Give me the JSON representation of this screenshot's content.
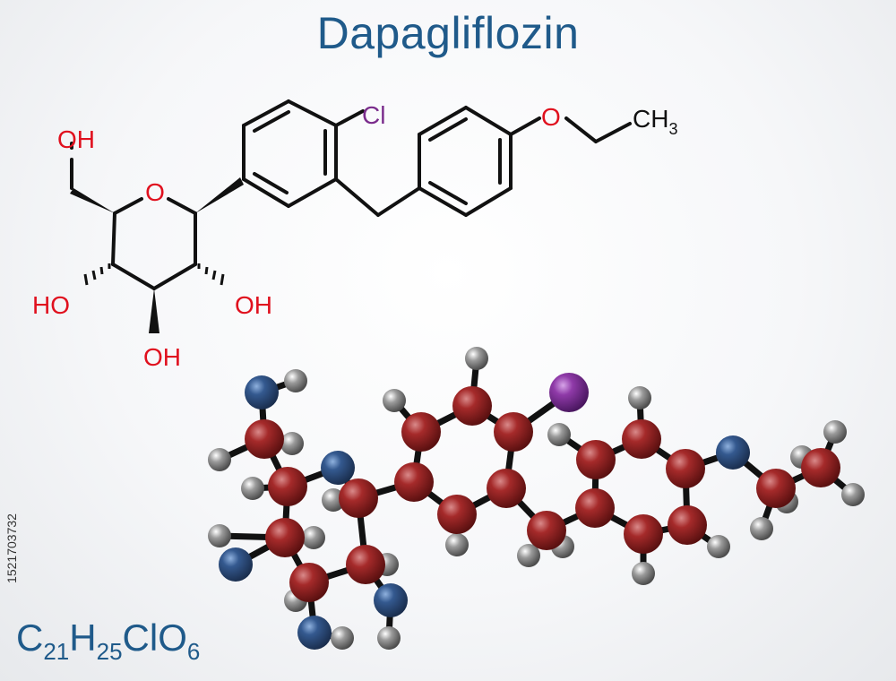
{
  "title": "Dapagliflozin",
  "formula": {
    "parts": [
      "C",
      "21",
      "H",
      "25",
      "ClO",
      "6"
    ]
  },
  "stock_id": "1521703732",
  "atom_labels": {
    "ring_oxygen": "O",
    "hydroxyl_top": "OH",
    "hydroxyl_left": "HO",
    "hydroxyl_right": "OH",
    "hydroxyl_bottom": "OH",
    "chlorine": "Cl",
    "ether_oxygen": "O",
    "methyl": "CH",
    "methyl_sub": "3"
  },
  "colors": {
    "title": "#1f5a8a",
    "oxygen_label": "#e0101e",
    "chlorine_label": "#7a2c8c",
    "bond": "#111111",
    "carbon_ball": "#8b1c1c",
    "oxygen_ball": "#2a4a78",
    "chlorine_ball": "#7d2f9a",
    "hydrogen_ball": "#7a7a7a"
  }
}
